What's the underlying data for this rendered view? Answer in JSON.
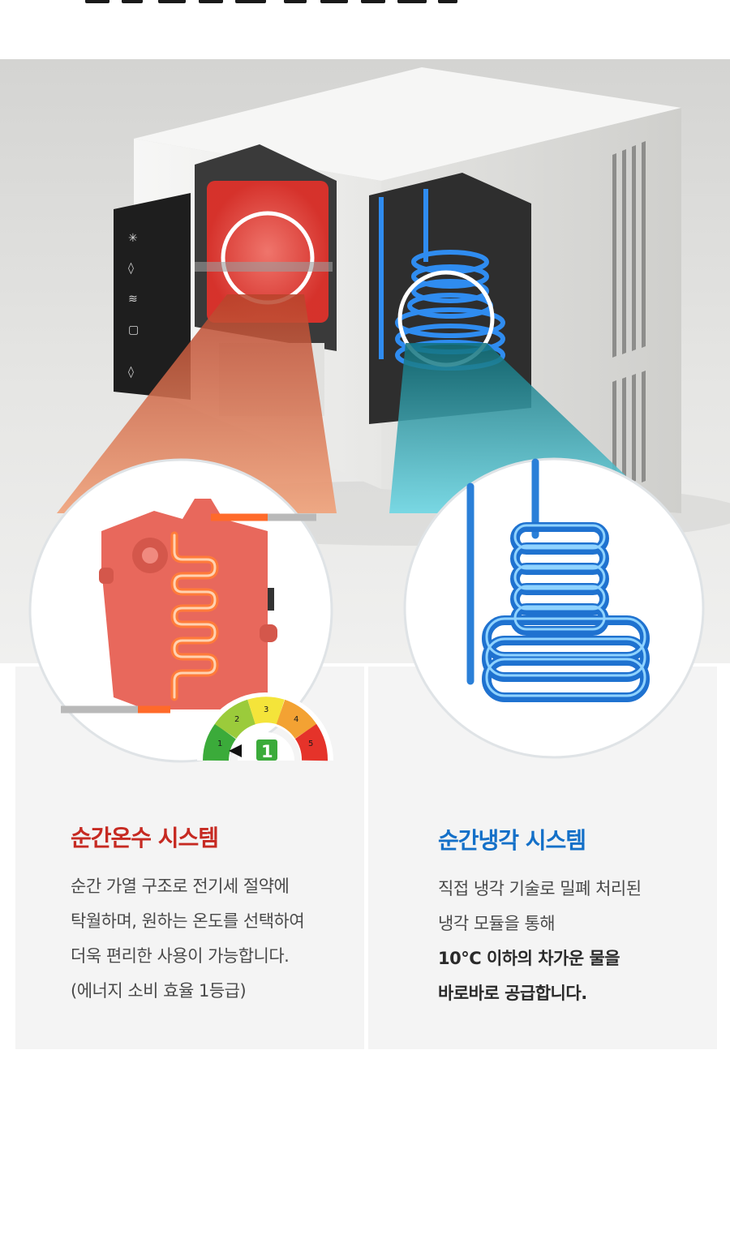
{
  "hero": {
    "product_icons": [
      "snowflake-icon",
      "drop-icon",
      "steam-icon",
      "cup-icon",
      "drop-icon"
    ]
  },
  "cards": [
    {
      "title": "순간온수 시스템",
      "lines": [
        {
          "text": "순간 가열 구조로 전기세 절약에"
        },
        {
          "text": "탁월하며, 원하는 온도를 선택하여"
        },
        {
          "text": "더욱 편리한 사용이 가능합니다."
        },
        {
          "text": "(에너지 소비 효율 1등급)"
        }
      ]
    },
    {
      "title": "순간냉각 시스템",
      "lines": [
        {
          "text": "직접 냉각 기술로 밀폐 처리된"
        },
        {
          "text": "냉각 모듈을 통해"
        },
        {
          "text": "10°C 이하의 차가운 물을"
        },
        {
          "text": "바로바로 공급합니다."
        }
      ]
    }
  ],
  "energy_badge": {
    "grade": "1",
    "scale": [
      "1",
      "2",
      "3",
      "4",
      "5"
    ]
  },
  "colors": {
    "hot_accent": "#c62a22",
    "cold_accent": "#1470c8",
    "card_bg": "#f4f4f4"
  }
}
